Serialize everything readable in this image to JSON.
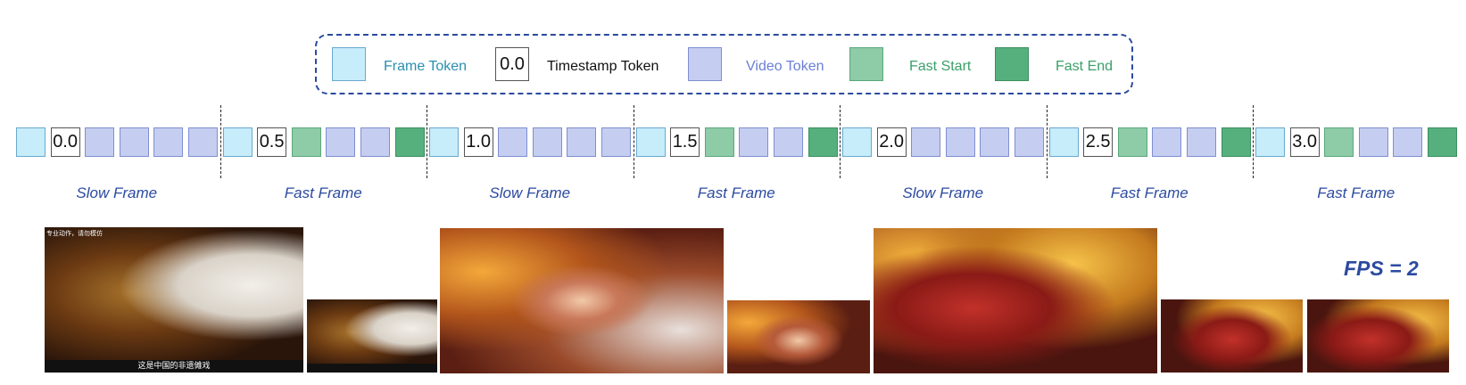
{
  "legend": {
    "frame_token": "Frame Token",
    "timestamp_sample": "0.0",
    "timestamp_token": "Timestamp Token",
    "video_token": "Video Token",
    "fast_start": "Fast Start",
    "fast_end": "Fast End"
  },
  "colors": {
    "frame_token": "#c7ecfa",
    "video_token": "#c5cef0",
    "fast_start": "#8ecba7",
    "fast_end": "#55b07d",
    "label_blue": "#2b4aa0",
    "frame_text": "#2a8fb0",
    "video_text": "#6a7fd6",
    "green_text": "#3aa068"
  },
  "segments": [
    {
      "label": "Slow Frame",
      "timestamp": "0.0",
      "type": "slow"
    },
    {
      "label": "Fast Frame",
      "timestamp": "0.5",
      "type": "fast"
    },
    {
      "label": "Slow Frame",
      "timestamp": "1.0",
      "type": "slow"
    },
    {
      "label": "Fast Frame",
      "timestamp": "1.5",
      "type": "fast"
    },
    {
      "label": "Slow Frame",
      "timestamp": "2.0",
      "type": "slow"
    },
    {
      "label": "Fast Frame",
      "timestamp": "2.5",
      "type": "fast"
    },
    {
      "label": "Fast Frame",
      "timestamp": "3.0",
      "type": "fast"
    }
  ],
  "fps_label": "FPS = 2",
  "frame_captions": {
    "subtitle": "这是中国的非遗傩戏",
    "corner": "专业动作，请勿模仿"
  }
}
